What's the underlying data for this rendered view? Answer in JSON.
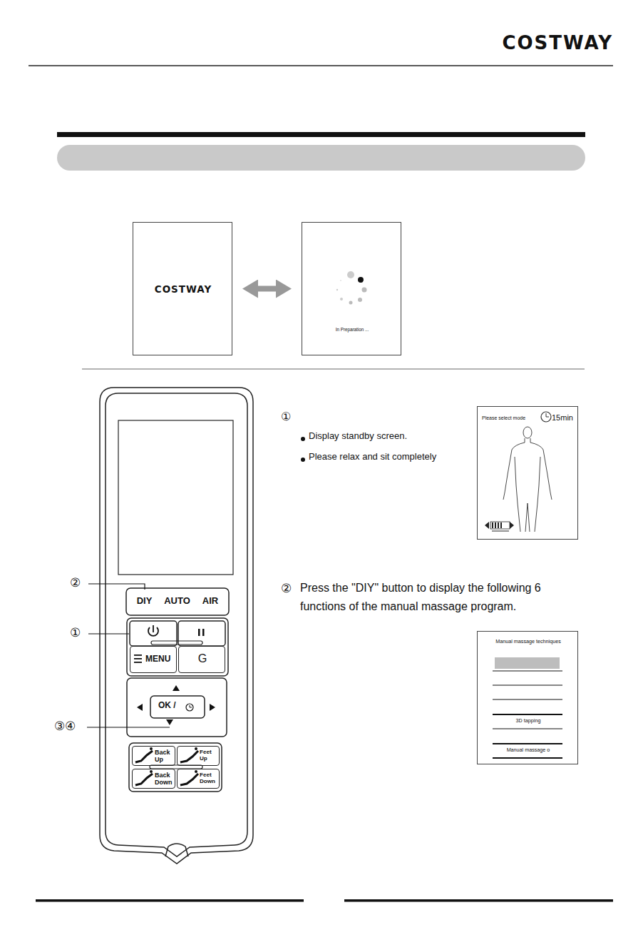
{
  "diagram": {
    "nodes": [
      {
        "text": [
          "COSTWAY"
        ]
      },
      {
        "text": [
          "In Preparation ..."
        ]
      },
      {
        "text": [
          "Please select mode",
          "15min"
        ]
      },
      {
        "text": [
          "DIY"
        ]
      },
      {
        "text": [
          "AUTO"
        ]
      },
      {
        "text": [
          "AIR"
        ]
      },
      {
        "text": [
          "MENU"
        ]
      },
      {
        "text": [
          "G"
        ]
      },
      {
        "text": [
          "OK /"
        ]
      },
      {
        "text": [
          "Back Up"
        ]
      },
      {
        "text": [
          "Feet Up"
        ]
      },
      {
        "text": [
          "Back Down"
        ]
      },
      {
        "text": [
          "Feet Down"
        ]
      },
      {
        "text": [
          "Manual massage techniques",
          "3D tapping",
          "Manual massage o"
        ]
      }
    ],
    "edges": [
      {
        "from": 0,
        "to": 1,
        "arrow": "both"
      }
    ],
    "labels": [
      "COSTWAY",
      "②",
      "①",
      "③④",
      "①",
      "Display standby screen.",
      "Please relax and sit completely",
      "②",
      "Press the \"DIY\" button to display the following 6 functions of the manual massage program."
    ]
  }
}
